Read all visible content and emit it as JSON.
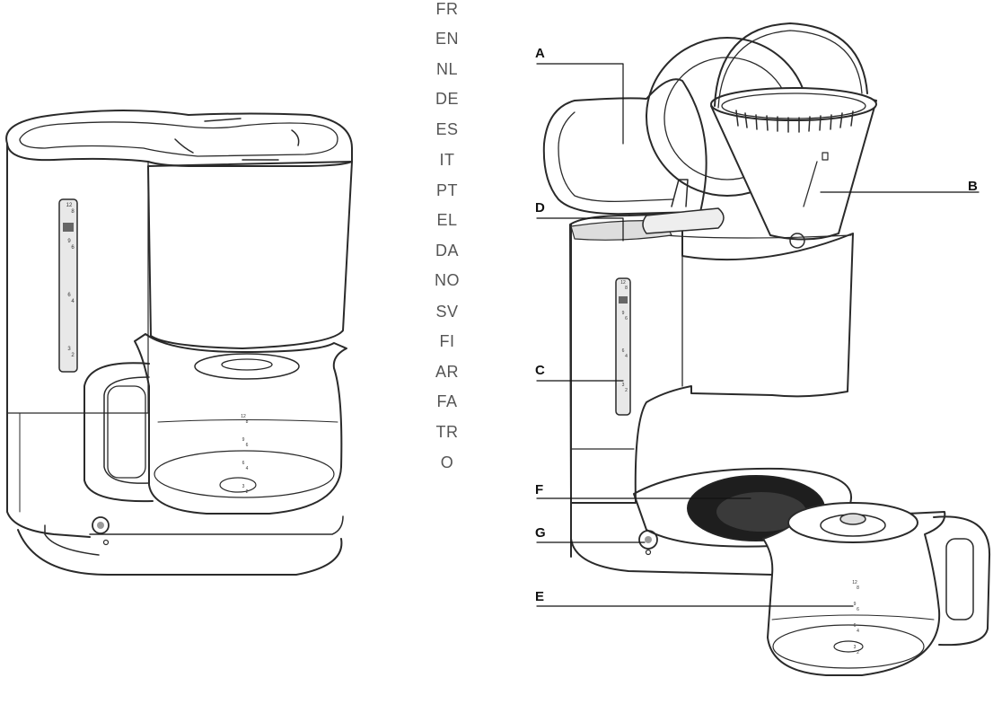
{
  "languages": [
    "FR",
    "EN",
    "NL",
    "DE",
    "ES",
    "IT",
    "PT",
    "EL",
    "DA",
    "NO",
    "SV",
    "FI",
    "AR",
    "FA",
    "TR",
    "O"
  ],
  "callouts": {
    "A": "A",
    "B": "B",
    "C": "C",
    "D": "D",
    "E": "E",
    "F": "F",
    "G": "G"
  },
  "left_tank_scale": {
    "top": "12",
    "sub_top": "8",
    "s9": "9",
    "s6sub": "6",
    "s6": "6",
    "s4": "4",
    "s3": "3",
    "s2": "2"
  },
  "left_jug_scale": {
    "top": "12",
    "sub_top": "8",
    "s9": "9",
    "s6sub": "6",
    "s6": "6",
    "s4": "4",
    "s3": "3",
    "s2": "2"
  },
  "right_tank_scale": {
    "top": "12",
    "sub_top": "8",
    "s9": "9",
    "s6sub": "6",
    "s6": "6",
    "s4": "4",
    "s3": "3",
    "s2": "2"
  },
  "right_jug_scale": {
    "top": "12",
    "sub_top": "8",
    "s9": "9",
    "s6sub": "6",
    "s6": "6",
    "s4": "4",
    "s3": "3",
    "s2": "2"
  }
}
